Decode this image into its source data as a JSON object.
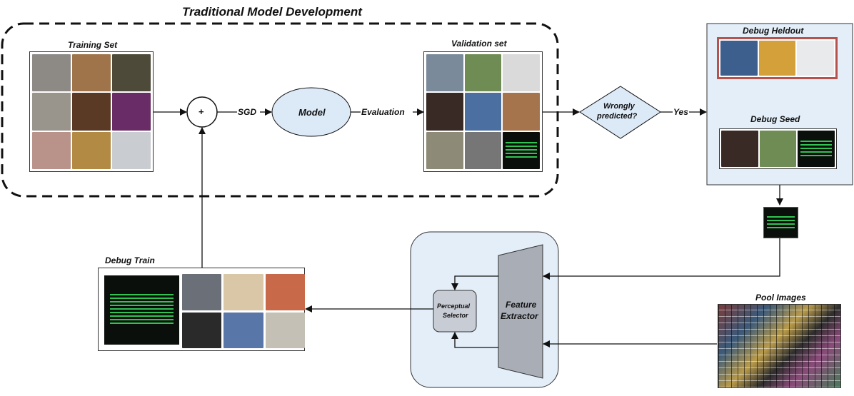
{
  "title": "Traditional Model Development",
  "labels": {
    "training_set": "Training Set",
    "validation_set": "Validation set",
    "debug_heldout": "Debug Heldout",
    "debug_seed": "Debug Seed",
    "debug_train": "Debug Train",
    "pool_images": "Pool Images"
  },
  "nodes": {
    "plus": "+",
    "model": "Model",
    "decision": [
      "Wrongly",
      "predicted?"
    ],
    "selector": [
      "Perceptual",
      "Selector"
    ],
    "extractor": [
      "Feature",
      "Extractor"
    ]
  },
  "edges": {
    "sgd": "SGD",
    "evaluation": "Evaluation",
    "yes": "Yes"
  },
  "colors": {
    "light_blue_fill": "#e3eef9",
    "node_fill": "#dce9f7",
    "selector_fill": "#c8ccd4",
    "extractor_fill": "#a9adb6",
    "heldout_border": "#b5534c"
  }
}
